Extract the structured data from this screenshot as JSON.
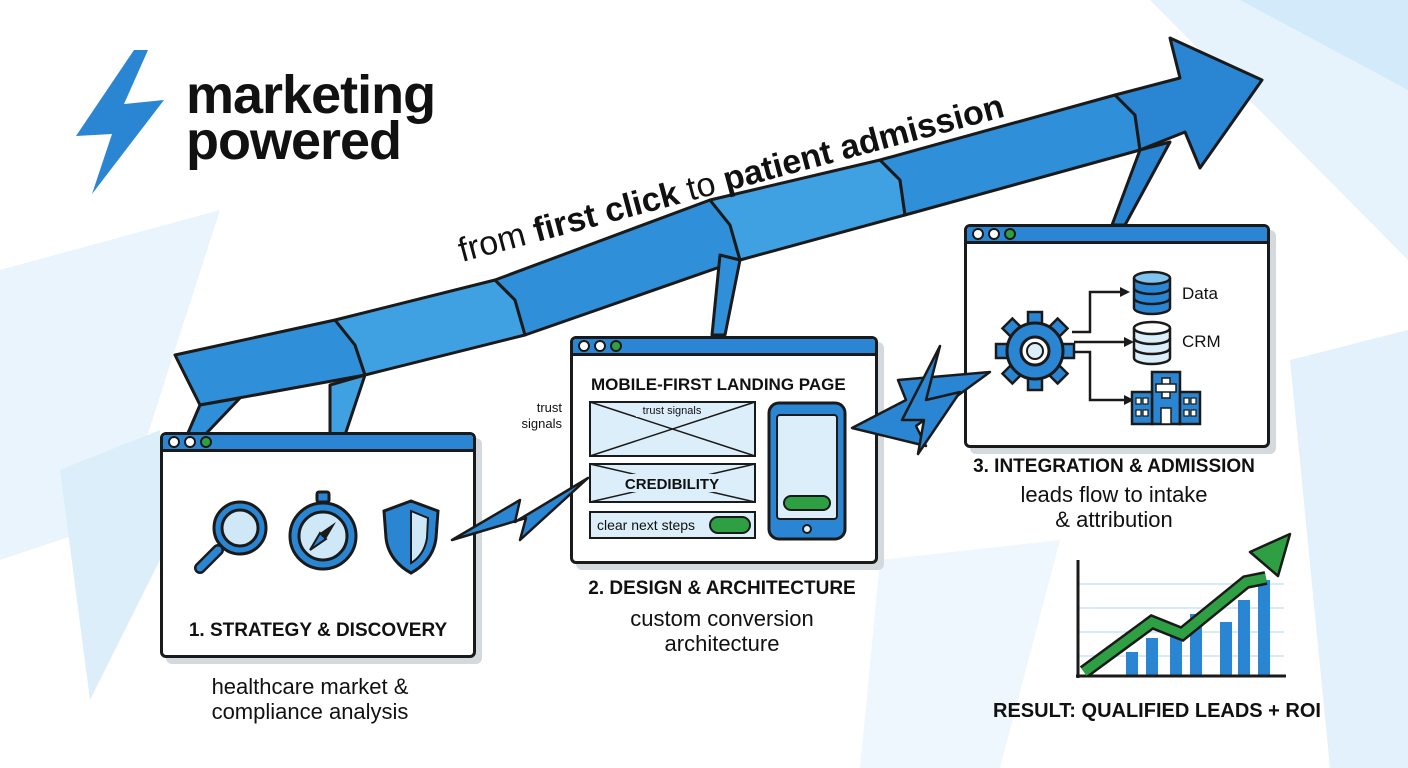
{
  "brand": {
    "line1": "marketing",
    "line2": "powered"
  },
  "tagline": {
    "part1": "from ",
    "part2": "first click",
    "part3": " to ",
    "part4": "patient admission"
  },
  "steps": [
    {
      "title": "1. STRATEGY & DISCOVERY",
      "desc_line1": "healthcare market &",
      "desc_line2": "compliance analysis"
    },
    {
      "title": "2. DESIGN & ARCHITECTURE",
      "desc_line1": "custom conversion",
      "desc_line2": "architecture"
    },
    {
      "title": "3. INTEGRATION & ADMISSION",
      "desc_line1": "leads flow to intake",
      "desc_line2": "& attribution"
    }
  ],
  "landing": {
    "heading": "MOBILE-FIRST LANDING PAGE",
    "trust_box": "trust signals",
    "credibility": "CREDIBILITY",
    "next_steps": "clear next steps",
    "side_label_line1": "trust",
    "side_label_line2": "signals"
  },
  "integration": {
    "data_label": "Data",
    "crm_label": "CRM"
  },
  "result": "RESULT: QUALIFIED LEADS + ROI",
  "colors": {
    "blue": "#2a86d3",
    "light_blue": "#7fc3ee",
    "pale_blue": "#dbeefa",
    "green": "#2ea043",
    "outline": "#1a1a1a"
  },
  "icons": [
    "lightning-bolt-icon",
    "magnifier-icon",
    "compass-icon",
    "shield-icon",
    "phone-icon",
    "gear-icon",
    "database-icon",
    "hospital-icon",
    "growth-chart-icon"
  ]
}
